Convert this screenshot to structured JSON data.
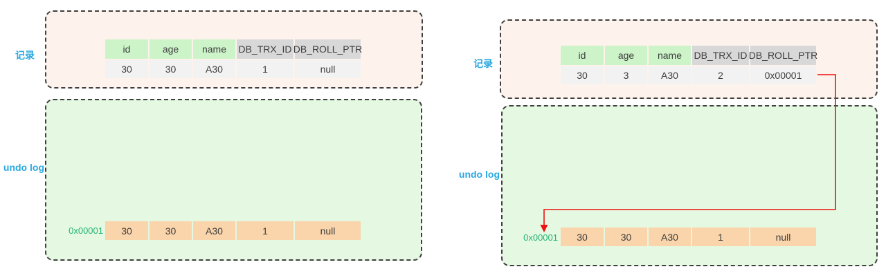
{
  "diagram": {
    "description": "MySQL MVCC record and undo log diagram (before and after update)",
    "panels": [
      {
        "record_label": "记录",
        "undo_label": "undo log",
        "record_table": {
          "headers": [
            "id",
            "age",
            "name",
            "DB_TRX_ID",
            "DB_ROLL_PTR"
          ],
          "row": [
            "30",
            "30",
            "A30",
            "1",
            "null"
          ]
        },
        "undo_log": {
          "address": "0x00001",
          "row": [
            "30",
            "30",
            "A30",
            "1",
            "null"
          ]
        }
      },
      {
        "record_label": "记录",
        "undo_label": "undo log",
        "record_table": {
          "headers": [
            "id",
            "age",
            "name",
            "DB_TRX_ID",
            "DB_ROLL_PTR"
          ],
          "row": [
            "30",
            "3",
            "A30",
            "2",
            "0x00001"
          ]
        },
        "undo_log": {
          "address": "0x00001",
          "row": [
            "30",
            "30",
            "A30",
            "1",
            "null"
          ]
        },
        "arrow": "DB_ROLL_PTR points to undo log record 0x00001"
      }
    ],
    "colors": {
      "label_cyan": "#29a8e0",
      "header_green": "#cdf4c9",
      "header_gray": "#d8d8d8",
      "data_cell_gray": "#f2f2f2",
      "undo_cell_orange": "#fad4ab",
      "record_box_bg": "#fdf3ec",
      "undo_box_bg": "#e5f8e2",
      "address_green": "#22b573",
      "arrow_red": "#ee1111",
      "dash_border": "#3f3f3f"
    }
  }
}
